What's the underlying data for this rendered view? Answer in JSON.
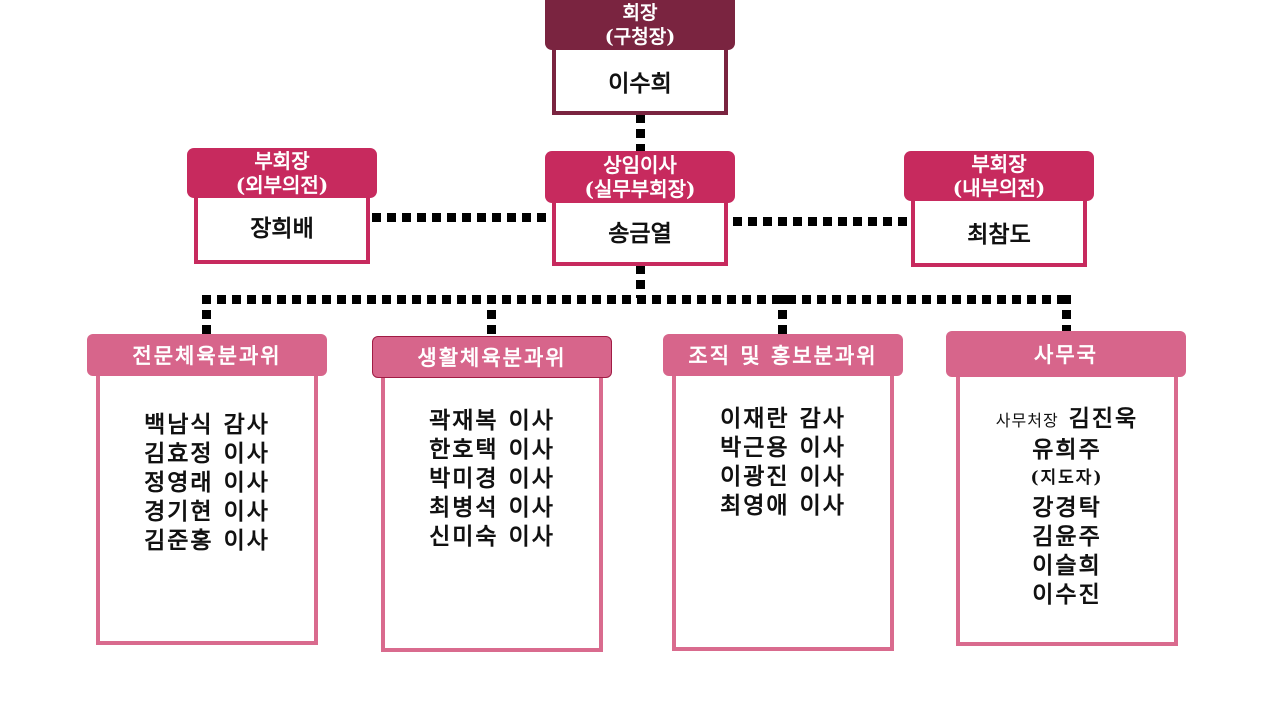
{
  "president": {
    "title": "회장",
    "subtitle": "(구청장)",
    "name": "이수희"
  },
  "vice_left": {
    "title": "부회장",
    "subtitle": "(외부의전)",
    "name": "장희배"
  },
  "standing": {
    "title": "상임이사",
    "subtitle": "(실무부회장)",
    "name": "송금열"
  },
  "vice_right": {
    "title": "부회장",
    "subtitle": "(내부의전)",
    "name": "최참도"
  },
  "departments": [
    {
      "title": "전문체육분과위",
      "members": [
        "백남식 감사",
        "김효정 이사",
        "정영래 이사",
        "경기현 이사",
        "김준홍 이사"
      ]
    },
    {
      "title": "생활체육분과위",
      "members": [
        "곽재복 이사",
        "한호택 이사",
        "박미경 이사",
        "최병석 이사",
        "신미숙 이사"
      ]
    },
    {
      "title": "조직 및 홍보분과위",
      "members": [
        "이재란 감사",
        "박근용 이사",
        "이광진 이사",
        "최영애 이사"
      ]
    },
    {
      "title": "사무국",
      "lead_role": "사무처장",
      "lead_name": "김진욱",
      "members": [
        "유희주",
        "(지도자)",
        "강경탁",
        "김윤주",
        "이슬희",
        "이수진"
      ]
    }
  ],
  "colors": {
    "president": "#7a2440",
    "officer": "#c72a5e",
    "department": "#d7658b",
    "border": "#d96b8e",
    "connector": "#000000"
  }
}
